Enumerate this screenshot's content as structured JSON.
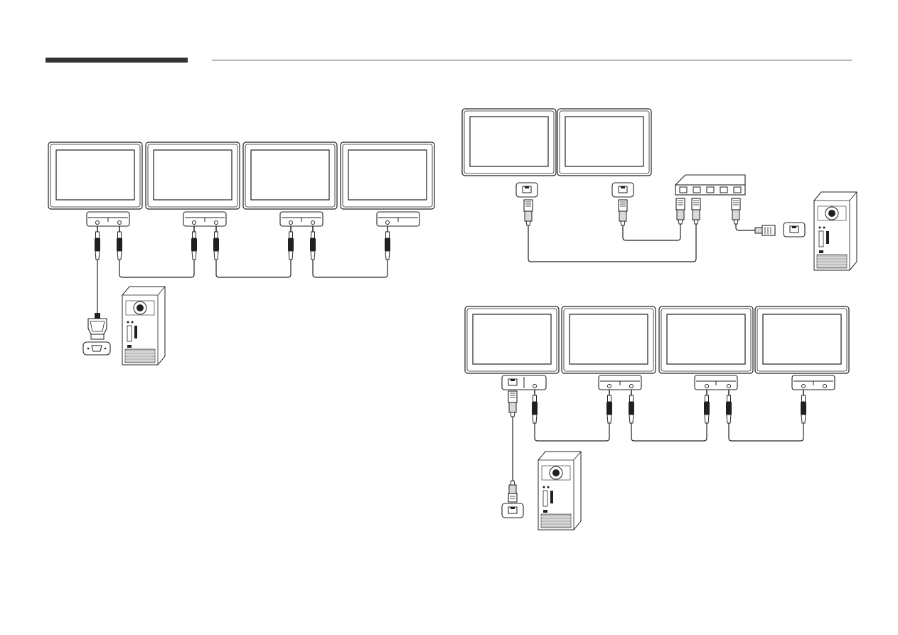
{
  "header": {},
  "colors": {
    "line": "#231f20",
    "background": "#ffffff",
    "shade": "#d9d9d9"
  },
  "diagrams": [
    {
      "name": "rs232c-daisy-chain",
      "monitor_count": 4,
      "connection": "rs232c",
      "pc_adapter": "d-sub"
    },
    {
      "name": "lan-hub-connection",
      "monitor_count": 2,
      "connection": "lan-hub",
      "hub_ports": 5
    },
    {
      "name": "lan-rs232c-daisy-chain",
      "monitor_count": 4,
      "connection": "lan-plus-rs232c"
    }
  ],
  "icons": [
    "monitor-icon",
    "stereo-jack-icon",
    "rj45-port-icon",
    "rj45-plug-icon",
    "dsub-plug-icon",
    "dsub-port-icon",
    "network-hub-icon",
    "desktop-pc-icon"
  ]
}
